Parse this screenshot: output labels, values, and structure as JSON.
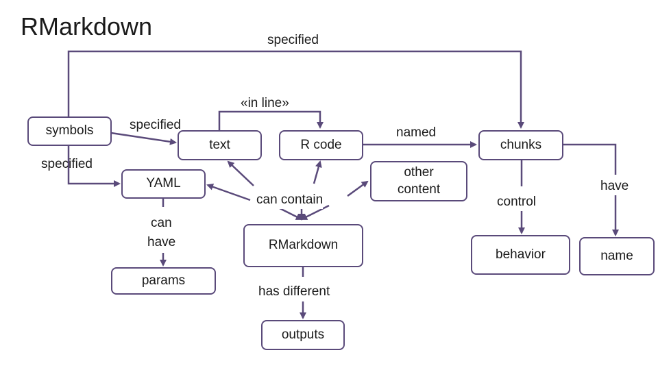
{
  "title": "RMarkdown",
  "nodes": {
    "symbols": "symbols",
    "text": "text",
    "r_code": "R code",
    "chunks": "chunks",
    "yaml": "YAML",
    "other_content": "other content",
    "params": "params",
    "rmarkdown": "RMarkdown",
    "outputs": "outputs",
    "behavior": "behavior",
    "name": "name"
  },
  "links": {
    "symbols_chunks": "specified",
    "symbols_text": "specified",
    "symbols_yaml": "specified",
    "text_rcode": "«in line»",
    "rcode_chunks": "named",
    "rmarkdown_contains": "can contain",
    "yaml_params_1": "can",
    "yaml_params_2": "have",
    "rmarkdown_outputs": "has different",
    "chunks_behavior": "control",
    "chunks_name": "have"
  },
  "colors": {
    "edge": "#5a4a7a",
    "node_border": "#5a4a7a"
  }
}
